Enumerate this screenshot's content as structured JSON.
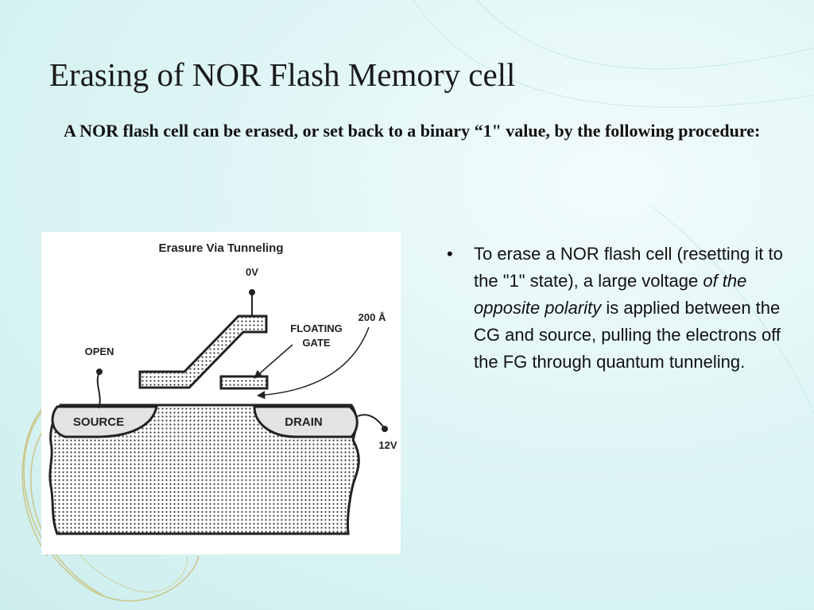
{
  "slide": {
    "title": "Erasing of NOR Flash Memory cell",
    "intro": "A NOR flash cell can be erased, or set back to a binary “1\" value, by the following procedure:"
  },
  "figure": {
    "heading": "Erasure Via Tunneling",
    "labels": {
      "control_gate_voltage": "0V",
      "floating_gate_line1": "FLOATING",
      "floating_gate_line2": "GATE",
      "oxide_thickness": "200 Å",
      "source_connection": "OPEN",
      "source": "SOURCE",
      "drain": "DRAIN",
      "drain_voltage": "12V"
    }
  },
  "bullet": {
    "marker": "•",
    "text_before": "To erase a NOR flash cell (resetting it to the \"1\" state), a large voltage ",
    "text_italic": "of the opposite polarity",
    "text_after": " is applied between the CG and source, pulling the electrons off the FG through quantum tunneling."
  },
  "colors": {
    "background": "#dff5f5",
    "swirl": "#c8b45a"
  }
}
